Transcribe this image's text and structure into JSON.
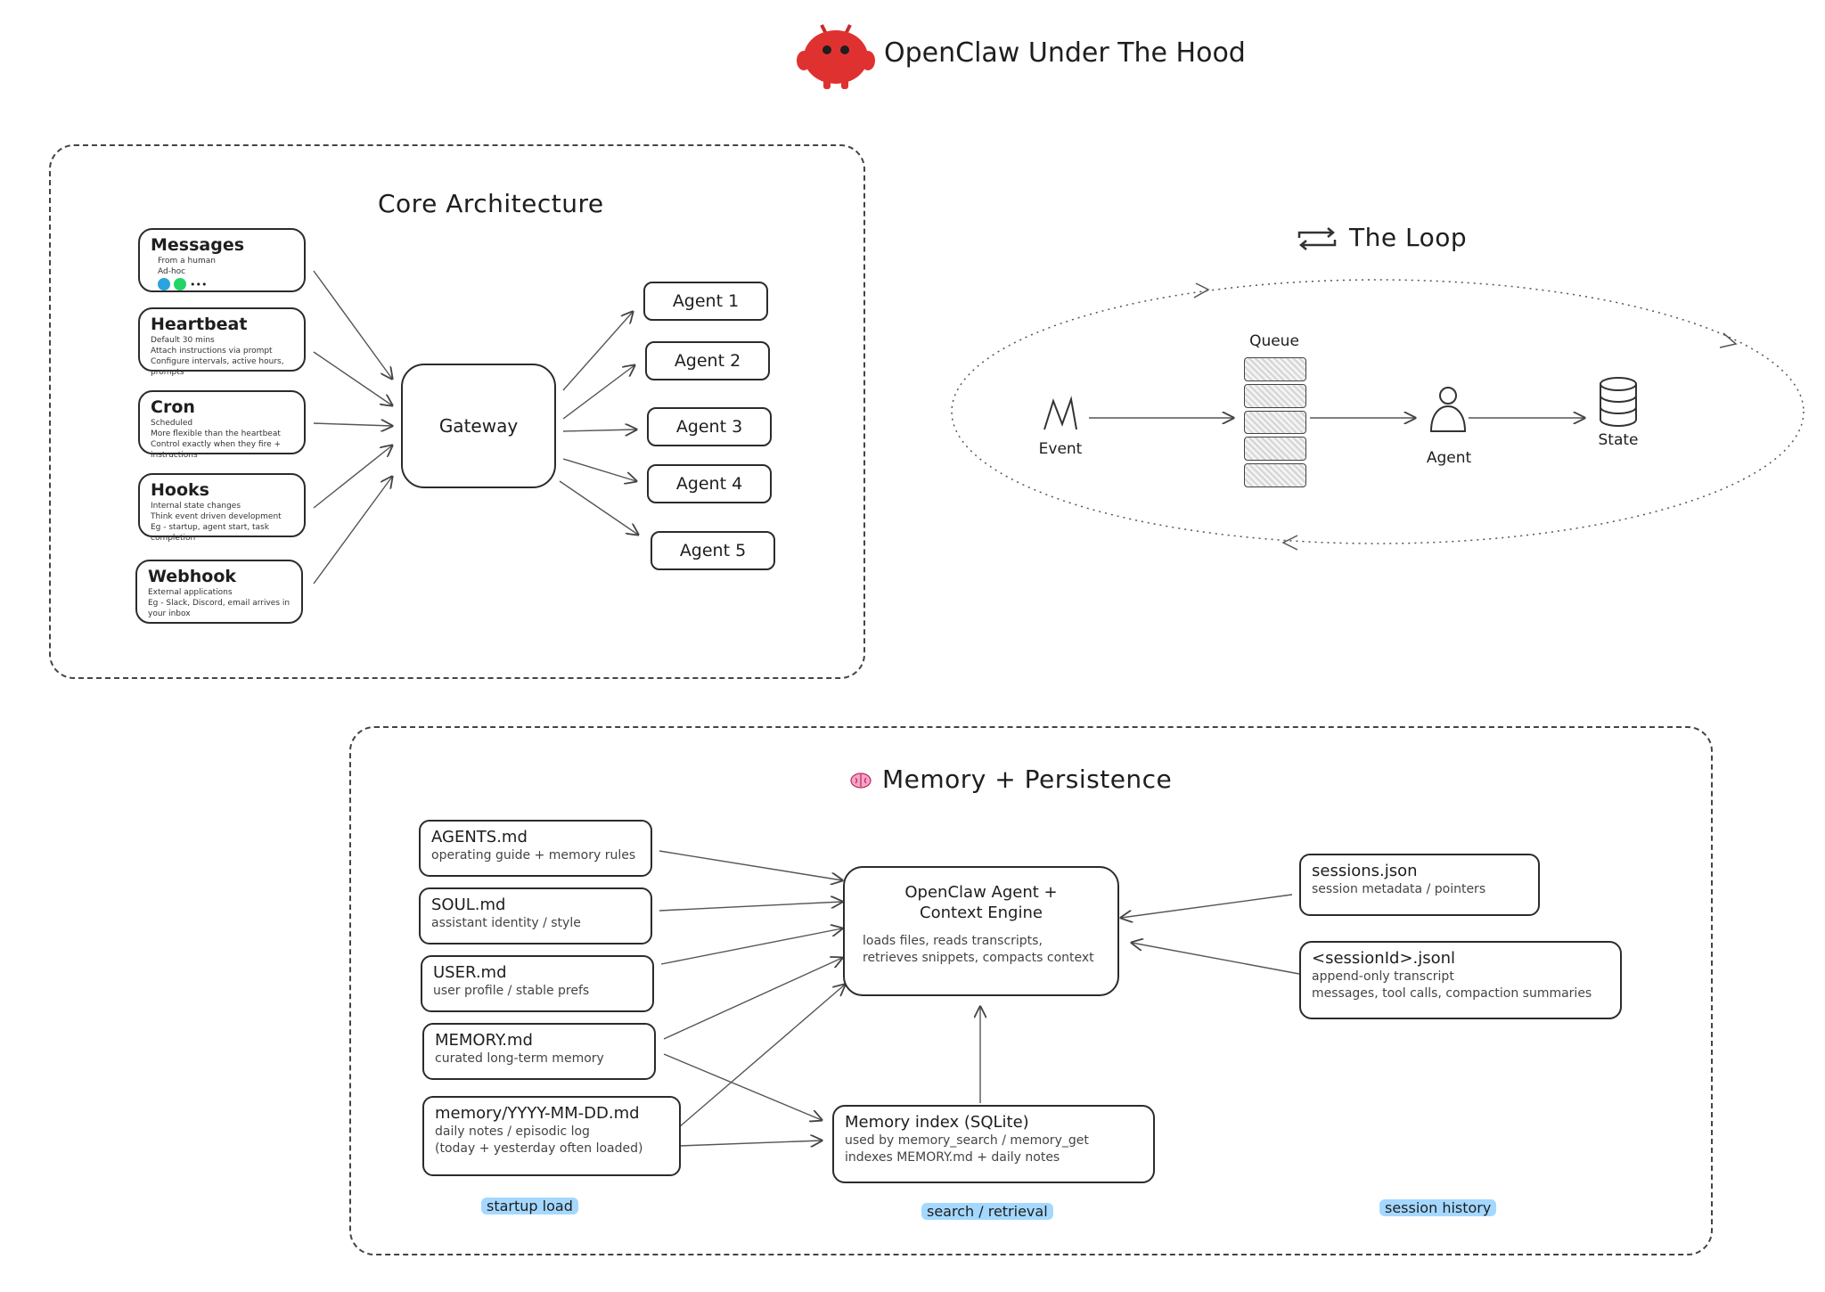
{
  "title": "OpenClaw Under The Hood",
  "core": {
    "title": "Core Architecture",
    "sources": [
      {
        "name": "Messages",
        "lines": [
          "From a human",
          "Ad-hoc"
        ],
        "extra": "•••"
      },
      {
        "name": "Heartbeat",
        "lines": [
          "Default 30 mins",
          "Attach instructions via prompt",
          "Configure intervals, active hours, prompts"
        ]
      },
      {
        "name": "Cron",
        "lines": [
          "Scheduled",
          "More flexible than the heartbeat",
          "Control exactly when they fire + instructions"
        ]
      },
      {
        "name": "Hooks",
        "lines": [
          "Internal state changes",
          "Think event driven development",
          "Eg - startup, agent start, task completion"
        ]
      },
      {
        "name": "Webhook",
        "lines": [
          "External applications",
          "Eg - Slack, Discord, email arrives in your inbox"
        ]
      }
    ],
    "gateway": "Gateway",
    "agents": [
      "Agent 1",
      "Agent 2",
      "Agent 3",
      "Agent 4",
      "Agent 5"
    ]
  },
  "loop": {
    "title": "The Loop",
    "queue": "Queue",
    "event": "Event",
    "agent": "Agent",
    "state": "State"
  },
  "memory": {
    "title": "Memory + Persistence",
    "files": [
      {
        "name": "AGENTS.md",
        "desc": [
          "operating guide + memory rules"
        ]
      },
      {
        "name": "SOUL.md",
        "desc": [
          "assistant identity / style"
        ]
      },
      {
        "name": "USER.md",
        "desc": [
          "user profile / stable prefs"
        ]
      },
      {
        "name": "MEMORY.md",
        "desc": [
          "curated long-term memory"
        ]
      },
      {
        "name": "memory/YYYY-MM-DD.md",
        "desc": [
          "daily notes / episodic log",
          "(today + yesterday often loaded)"
        ]
      }
    ],
    "engine": {
      "title": [
        "OpenClaw Agent +",
        "Context Engine"
      ],
      "desc": [
        "loads files, reads transcripts,",
        "retrieves snippets, compacts context"
      ]
    },
    "index": {
      "title": "Memory index (SQLite)",
      "desc": [
        "used by memory_search / memory_get",
        "indexes MEMORY.md + daily notes"
      ]
    },
    "sessions": {
      "title": "sessions.json",
      "desc": [
        "session metadata / pointers"
      ]
    },
    "transcript": {
      "title": "<sessionId>.jsonl",
      "desc": [
        "append-only transcript",
        "messages, tool calls, compaction summaries"
      ]
    },
    "labels": {
      "startup": "startup load",
      "search": "search / retrieval",
      "history": "session history"
    }
  },
  "colors": {
    "logo": "#e03131",
    "highlight": "#a5d8ff",
    "telegram": "#2aa3df",
    "whatsapp": "#25d366"
  }
}
